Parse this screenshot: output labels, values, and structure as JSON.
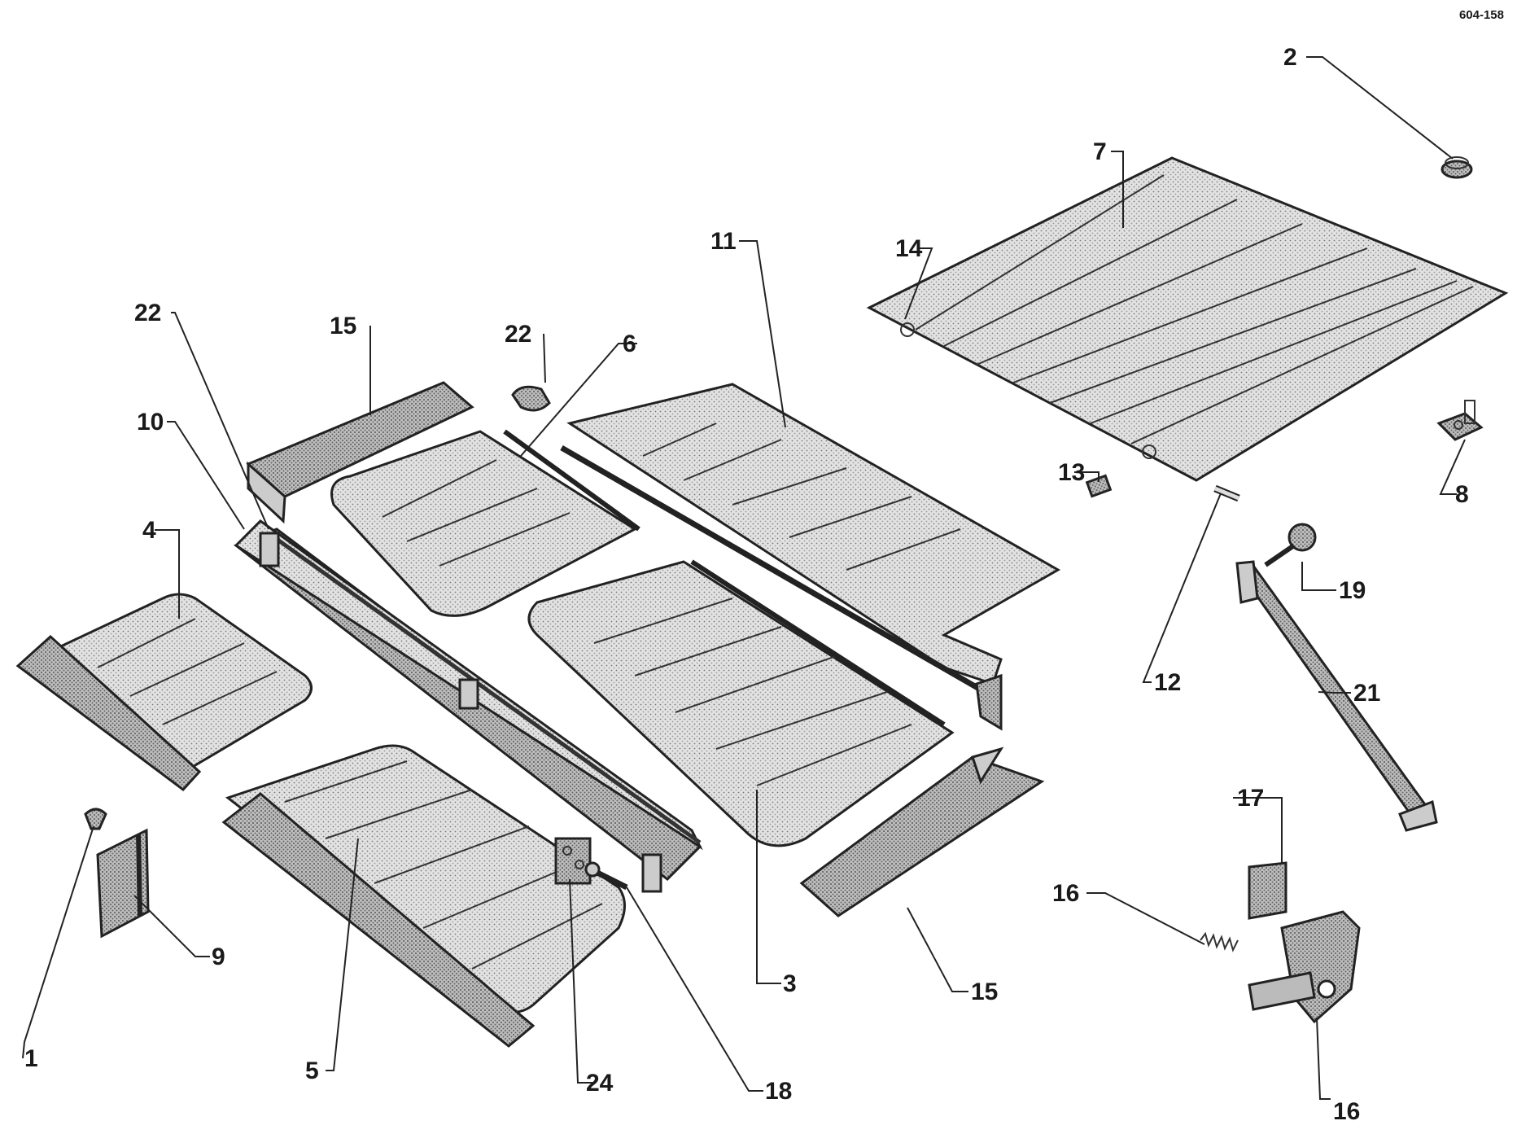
{
  "figure_code": "604-158",
  "callouts": [
    {
      "id": "c1",
      "text": "1"
    },
    {
      "id": "c2",
      "text": "2"
    },
    {
      "id": "c3",
      "text": "3"
    },
    {
      "id": "c4",
      "text": "4"
    },
    {
      "id": "c5",
      "text": "5"
    },
    {
      "id": "c6",
      "text": "6"
    },
    {
      "id": "c7",
      "text": "7"
    },
    {
      "id": "c8",
      "text": "8"
    },
    {
      "id": "c9",
      "text": "9"
    },
    {
      "id": "c10",
      "text": "10"
    },
    {
      "id": "c11",
      "text": "11"
    },
    {
      "id": "c12",
      "text": "12"
    },
    {
      "id": "c13",
      "text": "13"
    },
    {
      "id": "c14",
      "text": "14"
    },
    {
      "id": "c15a",
      "text": "15"
    },
    {
      "id": "c15b",
      "text": "15"
    },
    {
      "id": "c16",
      "text": "16"
    },
    {
      "id": "c17",
      "text": "17"
    },
    {
      "id": "c18",
      "text": "18"
    },
    {
      "id": "c19",
      "text": "19"
    },
    {
      "id": "c20",
      "text": "20"
    },
    {
      "id": "c21",
      "text": "21"
    },
    {
      "id": "c22",
      "text": "22"
    },
    {
      "id": "c23",
      "text": "23"
    },
    {
      "id": "c24",
      "text": "24"
    }
  ],
  "colors": {
    "ink": "#222222",
    "panel": "#d9d9d9",
    "panel_dark": "#a8a8a8",
    "background": "#ffffff"
  }
}
